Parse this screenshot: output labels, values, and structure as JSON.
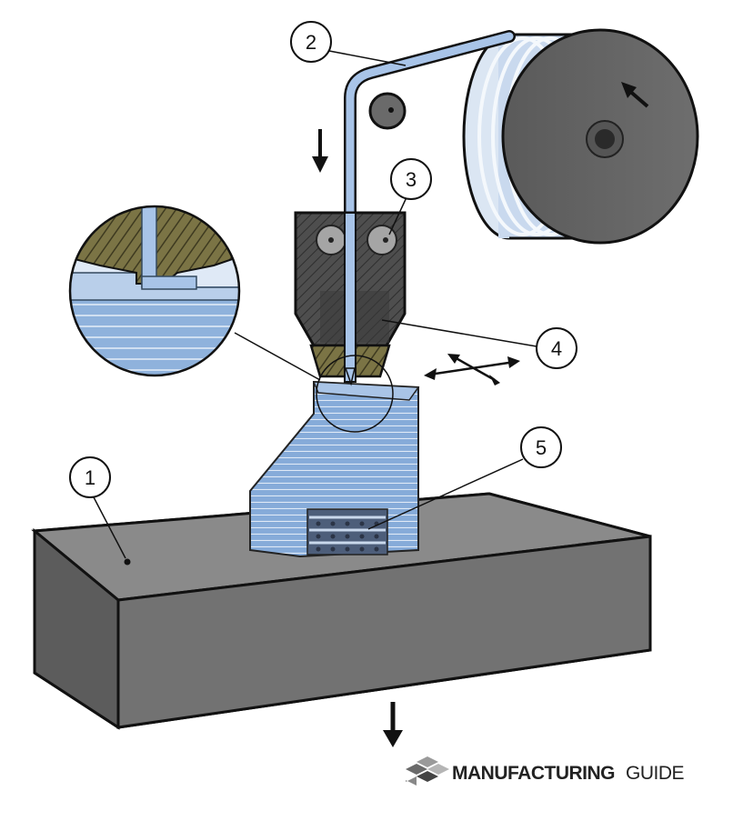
{
  "callouts": [
    {
      "id": "1",
      "label": "1"
    },
    {
      "id": "2",
      "label": "2"
    },
    {
      "id": "3",
      "label": "3"
    },
    {
      "id": "4",
      "label": "4"
    },
    {
      "id": "5",
      "label": "5"
    }
  ],
  "brand": {
    "bold": "MANUFACTURING",
    "light": "GUIDE"
  },
  "colors": {
    "filament": "#a8c4e8",
    "part_blue": "#7fa6d6",
    "platform": "#7a7a7a",
    "extruder": "#4a4a4a",
    "melt_zone": "#6b6a3c",
    "outline": "#111111"
  }
}
